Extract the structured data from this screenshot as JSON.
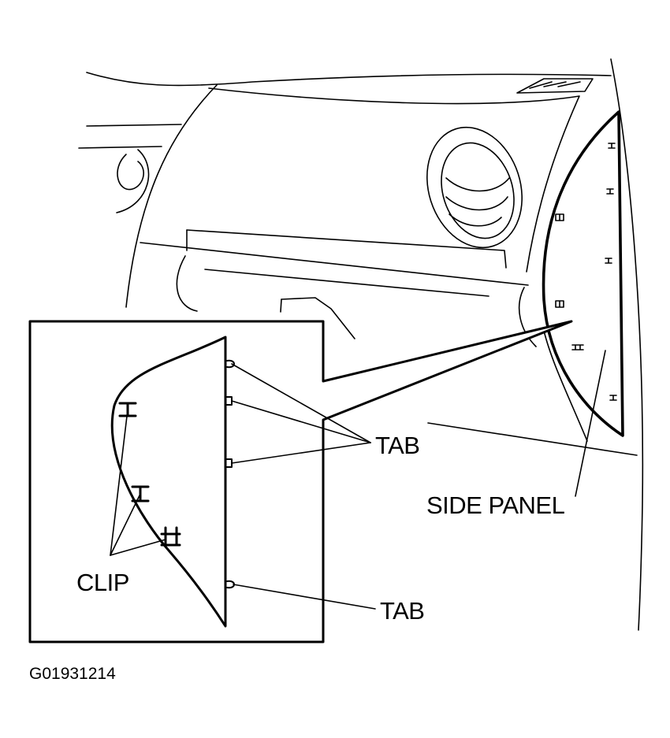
{
  "labels": {
    "tab_upper": "TAB",
    "side_panel": "SIDE PANEL",
    "clip": "CLIP",
    "tab_lower": "TAB",
    "figure_code": "G01931214"
  },
  "colors": {
    "ink": "#000000",
    "paper": "#ffffff"
  }
}
